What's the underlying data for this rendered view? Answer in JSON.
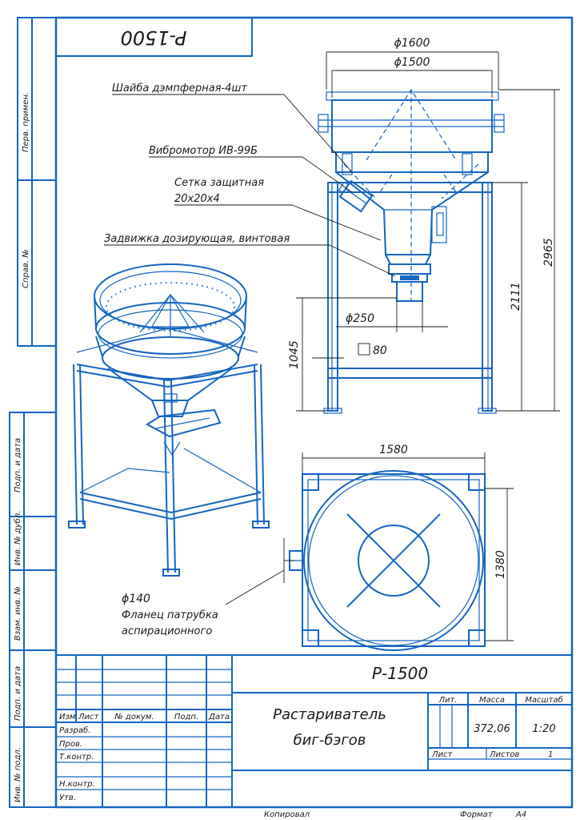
{
  "colors": {
    "line": "#1565c0",
    "text": "#1a1a1a",
    "paper": "#ffffff"
  },
  "rotated_code": "P-1500",
  "side_labels": {
    "perv_primen": "Перв. примен.",
    "sprav_no": "Справ. №",
    "podp_data_1": "Подп. и дата",
    "inv_no_dubl": "Инв. № дубл.",
    "vzam_inv_no": "Взам. инв. №",
    "podp_data_2": "Подп. и дата",
    "inv_no_podl": "Инв. № подл."
  },
  "front_view": {
    "callouts": {
      "washer": "Шайба дэмпферная-4шт",
      "vibromotor": "Вибромотор ИВ-99Б",
      "mesh_line1": "Сетка защитная",
      "mesh_line2": "20х20х4",
      "valve": "Задвижка дозирующая, винтовая"
    },
    "dims": {
      "d_outer": "ϕ1600",
      "d_inner": "ϕ1500",
      "height_total": "2965",
      "height_frame": "2111",
      "height_outlet": "1045",
      "d_outlet": "ϕ250",
      "square": "80"
    }
  },
  "top_view": {
    "dims": {
      "width": "1580",
      "depth": "1380",
      "d_flange": "ϕ140"
    },
    "callout_line1": "Фланец патрубка",
    "callout_line2": "аспирационного"
  },
  "title_block": {
    "designation": "Р-1500",
    "name_line1": "Растариватель",
    "name_line2": "биг-бэгов",
    "col_headers": {
      "izm": "Изм.",
      "list": "Лист",
      "doc_no": "№ докум.",
      "podp": "Подп.",
      "data": "Дата"
    },
    "rows": {
      "razrab": "Разраб.",
      "prov": "Пров.",
      "tkontr": "Т.контр.",
      "nkontr": "Н.контр.",
      "utv": "Утв."
    },
    "lit": "Лит.",
    "massa_label": "Масса",
    "masshtab_label": "Масштаб",
    "massa": "372,06",
    "masshtab": "1:20",
    "list_label": "Лист",
    "listov_label": "Листов",
    "listov": "1"
  },
  "footer": {
    "copied": "Копировал",
    "format_label": "Формат",
    "format": "А4"
  }
}
